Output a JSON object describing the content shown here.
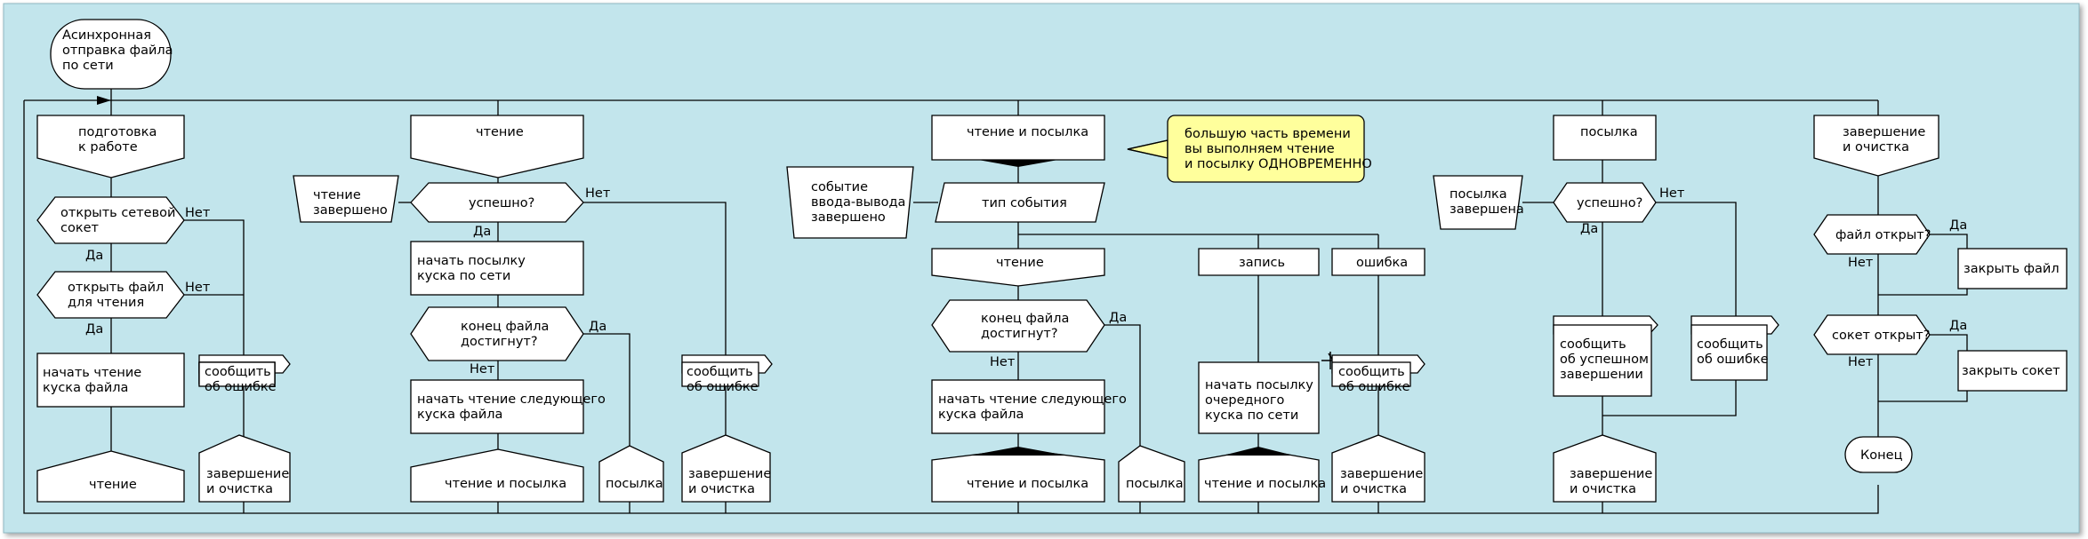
{
  "title": "Асинхронная\nотправка файла\nпо сети",
  "note": "большую часть времени\nвы выполняем чтение\nи посылку ОДНОВРЕМЕННО",
  "branch_labels": {
    "yes": "Да",
    "no": "Нет"
  },
  "columns": {
    "prepare": {
      "header": "подготовка\nк работе",
      "q_socket": "открыть сетевой\nсокет",
      "q_file": "открыть файл\nдля чтения",
      "start_read": "начать чтение\nкуска файла",
      "error": "сообщить\nоб ошибке",
      "go_read": "чтение",
      "go_cleanup": "завершение\nи очистка"
    },
    "read": {
      "header": "чтение",
      "event": "чтение\nзавершено",
      "q_ok": "успешно?",
      "start_send": "начать посылку\nкуска по сети",
      "q_eof": "конец файла\nдостигнут?",
      "read_next": "начать чтение следующего\nкуска файла",
      "go_read_send": "чтение и посылка",
      "go_send": "посылка",
      "error": "сообщить\nоб ошибке",
      "go_cleanup": "завершение\nи очистка"
    },
    "read_send": {
      "header": "чтение и посылка",
      "event": "событие\nввода-вывода\nзавершено",
      "q_type": "тип события",
      "case_read": "чтение",
      "case_write": "запись",
      "case_error": "ошибка",
      "q_eof": "конец файла\nдостигнут?",
      "read_next": "начать чтение следующего\nкуска файла",
      "go_read_send_1": "чтение и посылка",
      "go_send": "посылка",
      "send_next": "начать посылку\nочередного\nкуска по сети",
      "go_read_send_2": "чтение и посылка",
      "error": "сообщить\nоб ошибке",
      "go_cleanup": "завершение\nи очистка"
    },
    "send": {
      "header": "посылка",
      "event": "посылка\nзавершена",
      "q_ok": "успешно?",
      "success": "сообщить\nоб успешном\nзавершении",
      "error": "сообщить\nоб ошибке",
      "go_cleanup": "завершение\nи очистка"
    },
    "cleanup": {
      "header": "завершение\nи очистка",
      "q_file": "файл открыт?",
      "close_file": "закрыть файл",
      "q_socket": "сокет открыт?",
      "close_socket": "закрыть сокет",
      "end": "Конец"
    }
  },
  "colors": {
    "background": "#c2e5ec",
    "note": "#ffff9c",
    "border": "#8fb8c2"
  }
}
